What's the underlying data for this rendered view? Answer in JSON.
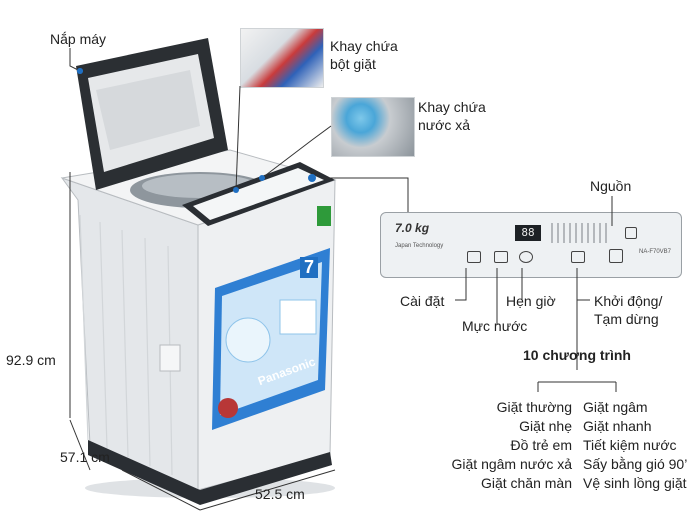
{
  "labels": {
    "lid": "Nắp máy",
    "detergent_tray_line1": "Khay chứa",
    "detergent_tray_line2": "bột giặt",
    "softener_tray_line1": "Khay chứa",
    "softener_tray_line2": "nước xả",
    "power": "Nguồn",
    "settings": "Cài đặt",
    "timer": "Hẹn giờ",
    "water_level": "Mực nước",
    "start_pause_line1": "Khởi động/",
    "start_pause_line2": "Tạm dừng",
    "programs_title": "10 chương trình"
  },
  "dimensions": {
    "height": "92.9 cm",
    "depth": "57.1 cm",
    "width": "52.5 cm"
  },
  "programs_left": [
    "Giặt thường",
    "Giặt nhẹ",
    "Đồ trẻ em",
    "Giặt ngâm nước xả",
    "Giặt chăn màn"
  ],
  "programs_right": [
    "Giặt ngâm",
    "Giặt nhanh",
    "Tiết kiệm nước",
    "Sấy bằng gió 90’",
    "Vệ sinh lồng giặt"
  ],
  "panel": {
    "capacity": "7.0 kg",
    "tech_line": "Japan Technology",
    "display": "88",
    "model": "NA-F70VB7"
  },
  "brand": "Panasonic",
  "badge_capacity": "7",
  "colors": {
    "body": "#e9ecef",
    "lid_frame": "#2b2f33",
    "panel": "#eef1f3",
    "accent_blue": "#1f6fc2",
    "line": "#333333"
  }
}
